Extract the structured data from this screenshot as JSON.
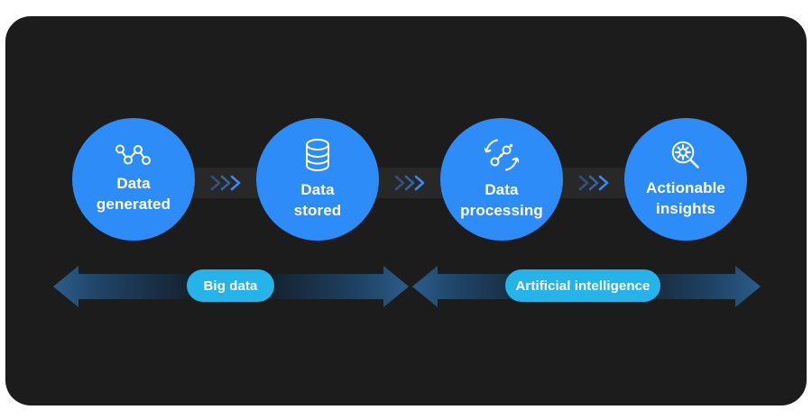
{
  "colors": {
    "page_bg": "#ffffff",
    "card_bg": "#1c1c1c",
    "step_circle": "#2e8cf8",
    "connector_band": "#282828",
    "chevron_dim": "#31517e",
    "chevron_mid": "#33639f",
    "chevron_bright": "#3f87f2",
    "phase_pill": "#26b3e9",
    "arrow_end": "#2d5c8a",
    "arrow_mid": "#13181f",
    "text": "#ffffff"
  },
  "steps": [
    {
      "label": "Data generated",
      "lines": [
        "Data",
        "generated"
      ],
      "icon": "network-nodes-icon"
    },
    {
      "label": "Data stored",
      "lines": [
        "Data",
        "stored"
      ],
      "icon": "database-icon"
    },
    {
      "label": "Data processing",
      "lines": [
        "Data",
        "processing"
      ],
      "icon": "process-sync-icon"
    },
    {
      "label": "Actionable insights",
      "lines": [
        "Actionable",
        "insights"
      ],
      "icon": "gear-magnifier-icon"
    }
  ],
  "phases": [
    {
      "label": "Big data"
    },
    {
      "label": "Artificial intelligence"
    }
  ]
}
